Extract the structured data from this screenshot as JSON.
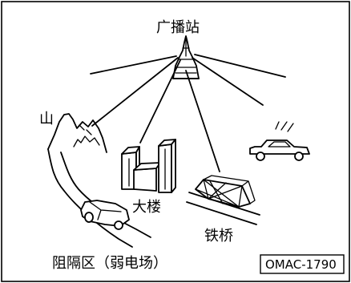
{
  "labels": {
    "station": "广播站",
    "mountain": "山",
    "buildings": "大楼",
    "bridge": "铁桥",
    "weak_area": "阻隔区（弱电场）",
    "code": "OMAC-1790"
  },
  "colors": {
    "ink": "#000000",
    "background": "#ffffff"
  }
}
